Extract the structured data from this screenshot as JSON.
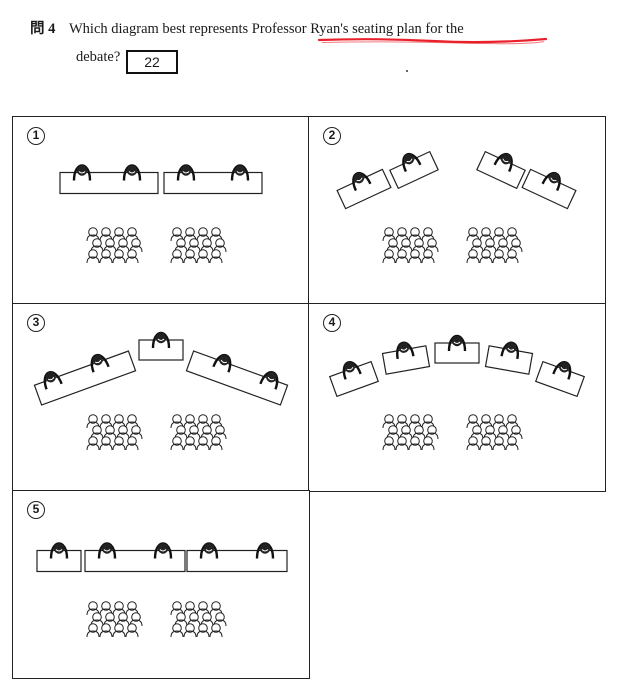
{
  "question": {
    "number": "問 4",
    "text_before": "Which diagram best represents",
    "text_highlight": "Professor Ryan's seating plan",
    "text_after": "for the",
    "text_line2": "debate?",
    "answer_box": "22",
    "underline_color": "#e8212b"
  },
  "options": [
    {
      "label": "1",
      "arrangement": "straight-row"
    },
    {
      "label": "2",
      "arrangement": "split-angled"
    },
    {
      "label": "3",
      "arrangement": "shallow-arc"
    },
    {
      "label": "4",
      "arrangement": "arc"
    },
    {
      "label": "5",
      "arrangement": "straight-split"
    }
  ]
}
